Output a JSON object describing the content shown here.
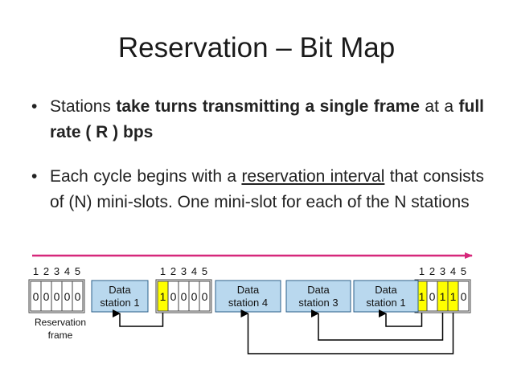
{
  "slide": {
    "title": "Reservation – Bit Map",
    "bullet1": {
      "marker": "•",
      "t1": "Stations ",
      "t2": "take turns transmitting a single frame",
      "t3": " at a ",
      "t4": "full rate ( R ) bps"
    },
    "bullet2": {
      "marker": "•",
      "t1": " Each cycle begins with a ",
      "t2": "reservation interval",
      "t3": " that consists of (N) mini-slots. One mini-slot for each of the N stations"
    }
  },
  "diagram": {
    "arrow_color": "#d6277a",
    "slot_color": "#ffff00",
    "data_color": "#b9d8ee",
    "groups": [
      {
        "numbers": [
          "1",
          "2",
          "3",
          "4",
          "5"
        ],
        "bits": [
          "0",
          "0",
          "0",
          "0",
          "0"
        ]
      },
      {
        "numbers": [
          "1",
          "2",
          "3",
          "4",
          "5"
        ],
        "bits": [
          "1",
          "0",
          "0",
          "0",
          "0"
        ]
      },
      {
        "numbers": [
          "1",
          "2",
          "3",
          "4",
          "5"
        ],
        "bits": [
          "1",
          "0",
          "1",
          "1",
          "0"
        ]
      }
    ],
    "data_boxes": [
      {
        "line1": "Data",
        "line2": "station 1"
      },
      {
        "line1": "Data",
        "line2": "station 4"
      },
      {
        "line1": "Data",
        "line2": "station 3"
      },
      {
        "line1": "Data",
        "line2": "station 1"
      }
    ],
    "reservation_label_1": "Reservation",
    "reservation_label_2": "frame"
  }
}
